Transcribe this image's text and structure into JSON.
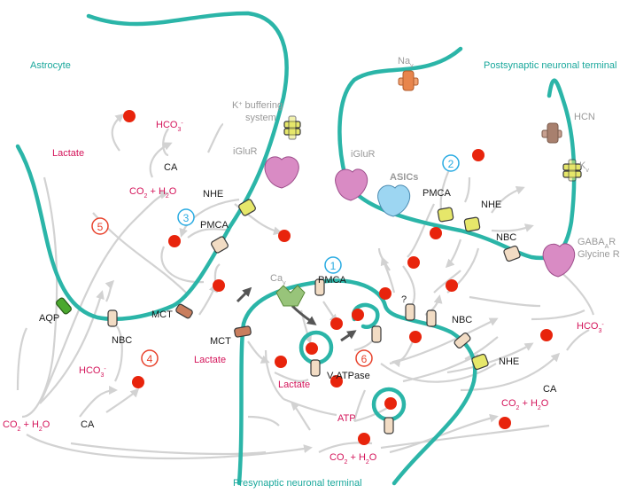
{
  "regions": {
    "astrocyte": "Astrocyte",
    "postsynaptic": "Postsynaptic neuronal terminal",
    "presynaptic": "Presynaptic neuronal terminal"
  },
  "numbers": [
    "1",
    "2",
    "3",
    "4",
    "5",
    "6"
  ],
  "labels": {
    "k_buffering_1": "K",
    "k_buffering_2": "buffering",
    "k_buffering_3": "system",
    "nav": "Na",
    "nav_sub": "v",
    "hcn": "HCN",
    "kv": "K",
    "kv_sub": "v",
    "iglur_astro": "iGluR",
    "iglur_post": "iGluR",
    "asics": "ASICs",
    "pmca_post": "PMCA",
    "nhe_post": "NHE",
    "nbc_post": "NBC",
    "gabaar": "GABA",
    "gabaar_sub": "A",
    "gabaar_r": "R",
    "glycine": "Glycine R",
    "lactate_top": "Lactate",
    "hco3_top": "HCO",
    "ca_top": "CA",
    "co2_top": "CO",
    "h2o_top": " + H",
    "h2o_top_o": "O",
    "nhe_astro": "NHE",
    "pmca_astro": "PMCA",
    "aqp": "AQP",
    "nbc_astro": "NBC",
    "mct_astro": "MCT",
    "mct_pre": "MCT",
    "lactate_mid": "Lactate",
    "hco3_left": "HCO",
    "co2_left": "CO",
    "ca_left": "CA",
    "cav": "Ca",
    "cav_sub": "v",
    "pmca_pre": "PMCA",
    "lactate_pre": "Lactate",
    "vatpase": "V-ATPase",
    "atp": "ATP",
    "co2_bottom": "CO",
    "question": "?",
    "nbc_right": "NBC",
    "nhe_right": "NHE",
    "hco3_right": "HCO",
    "ca_right": "CA",
    "co2_right": "CO"
  },
  "colors": {
    "membrane": "#2bb5a8",
    "proton": "#e8240c",
    "pink_text": "#d4145a",
    "blue_number": "#29abe2",
    "red_number": "#e8422c",
    "flow_arrow": "#d2d2d2"
  }
}
